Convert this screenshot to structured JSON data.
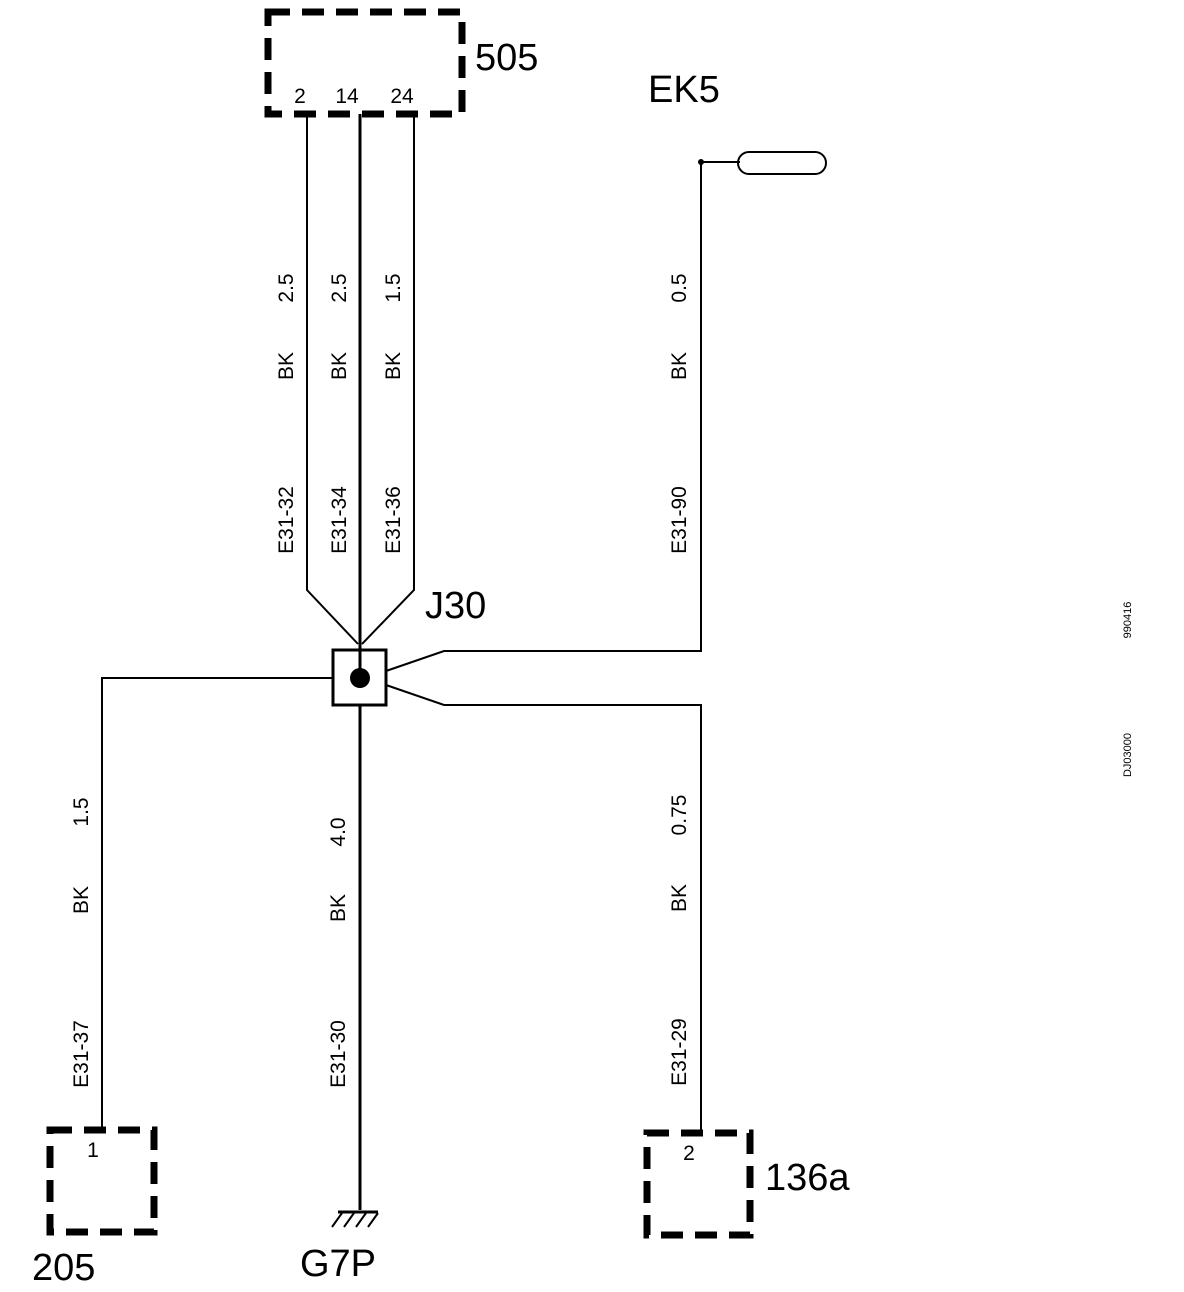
{
  "components": {
    "c505": {
      "label": "505",
      "pins": [
        "2",
        "14",
        "24"
      ]
    },
    "ek5": {
      "label": "EK5"
    },
    "j30": {
      "label": "J30"
    },
    "c205": {
      "label": "205",
      "pin": "1"
    },
    "g7p": {
      "label": "G7P"
    },
    "c136a": {
      "label": "136a",
      "pin": "2"
    }
  },
  "wires": {
    "w32": {
      "size": "2.5",
      "color": "BK",
      "id": "E31-32"
    },
    "w34": {
      "size": "2.5",
      "color": "BK",
      "id": "E31-34"
    },
    "w36": {
      "size": "1.5",
      "color": "BK",
      "id": "E31-36"
    },
    "w90": {
      "size": "0.5",
      "color": "BK",
      "id": "E31-90"
    },
    "w37": {
      "size": "1.5",
      "color": "BK",
      "id": "E31-37"
    },
    "w30": {
      "size": "4.0",
      "color": "BK",
      "id": "E31-30"
    },
    "w29": {
      "size": "0.75",
      "color": "BK",
      "id": "E31-29"
    }
  },
  "margin_codes": {
    "date_code": "990416",
    "doc_code": "DJ03000"
  }
}
